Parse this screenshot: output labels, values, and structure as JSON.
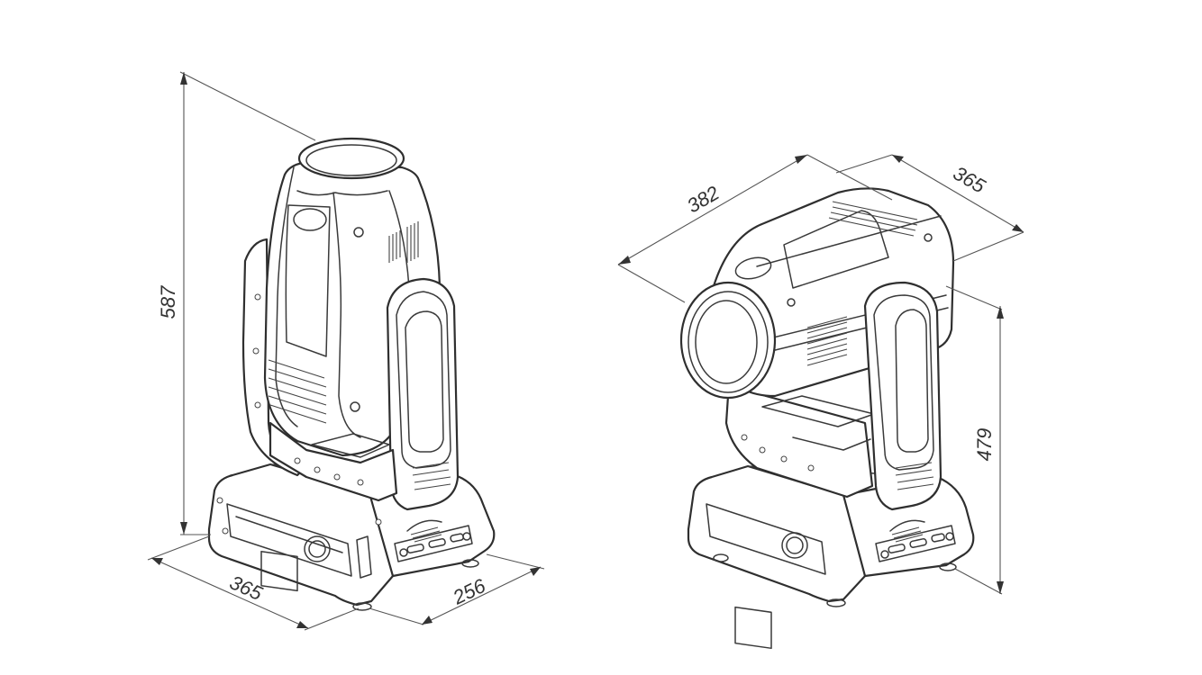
{
  "views": [
    {
      "name": "upright-view",
      "dimensions": {
        "height": "587",
        "width": "365",
        "depth": "256"
      }
    },
    {
      "name": "tilted-view",
      "dimensions": {
        "length": "382",
        "width": "365",
        "height": "479"
      }
    }
  ],
  "colors": {
    "line": "#2f2f2f",
    "background": "#ffffff"
  }
}
